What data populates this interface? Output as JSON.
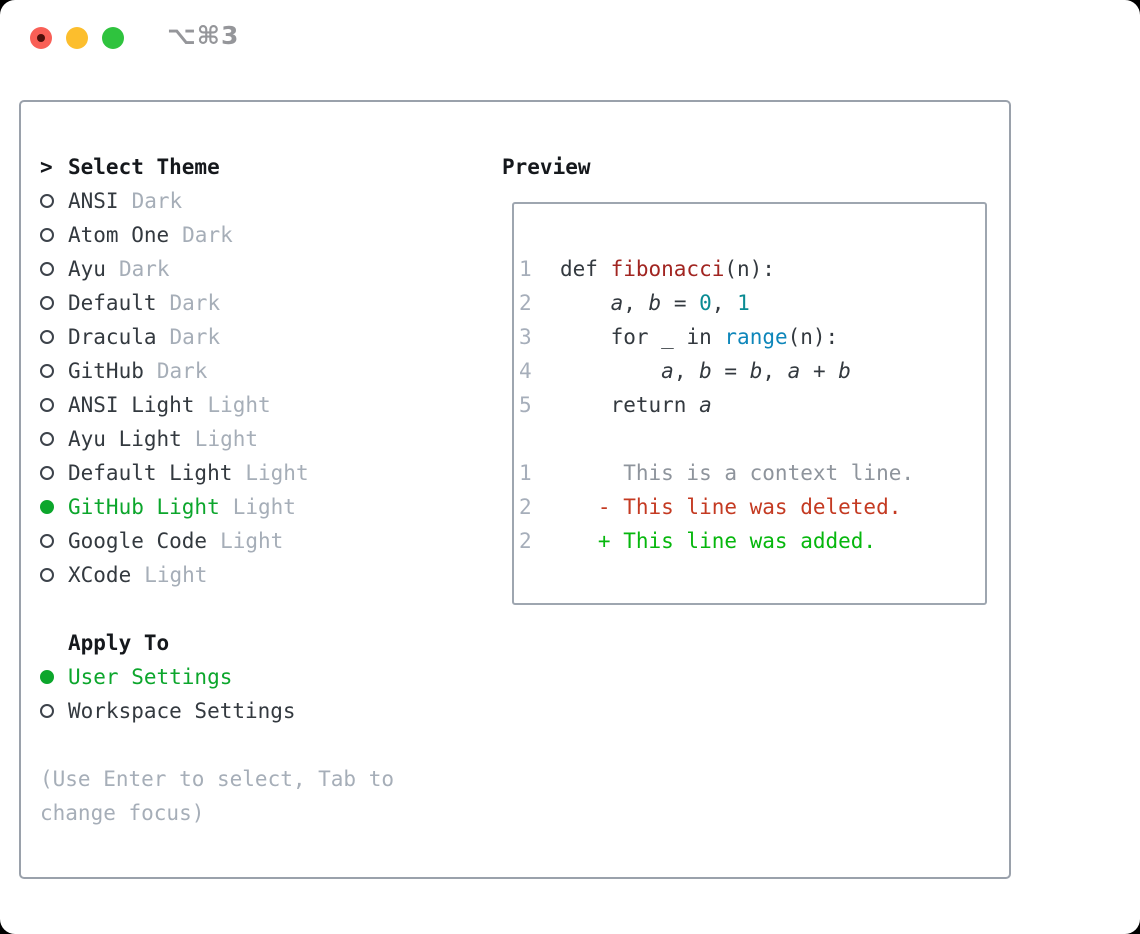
{
  "window": {
    "title": "⌥⌘3",
    "controls": {
      "close": "close",
      "minimize": "minimize",
      "zoom": "zoom"
    }
  },
  "theme_panel": {
    "header": {
      "prompt": ">",
      "title": "Select Theme"
    },
    "themes": [
      {
        "name": "ANSI",
        "variant": "Dark",
        "selected": false
      },
      {
        "name": "Atom One",
        "variant": "Dark",
        "selected": false
      },
      {
        "name": "Ayu",
        "variant": "Dark",
        "selected": false
      },
      {
        "name": "Default",
        "variant": "Dark",
        "selected": false
      },
      {
        "name": "Dracula",
        "variant": "Dark",
        "selected": false
      },
      {
        "name": "GitHub",
        "variant": "Dark",
        "selected": false
      },
      {
        "name": "ANSI Light",
        "variant": "Light",
        "selected": false
      },
      {
        "name": "Ayu Light",
        "variant": "Light",
        "selected": false
      },
      {
        "name": "Default Light",
        "variant": "Light",
        "selected": false
      },
      {
        "name": "GitHub Light",
        "variant": "Light",
        "selected": true
      },
      {
        "name": "Google Code",
        "variant": "Light",
        "selected": false
      },
      {
        "name": "XCode",
        "variant": "Light",
        "selected": false
      }
    ],
    "apply_to": {
      "title": "Apply To",
      "options": [
        {
          "label": "User Settings",
          "selected": true
        },
        {
          "label": "Workspace Settings",
          "selected": false
        }
      ]
    },
    "hint_lines": [
      "(Use Enter to select, Tab to",
      "change focus)"
    ]
  },
  "preview": {
    "title": "Preview",
    "code_lines": [
      {
        "num": "1",
        "segments": [
          [
            "def ",
            "keyword"
          ],
          [
            "fibonacci",
            "function"
          ],
          [
            "(n):",
            "plain"
          ]
        ]
      },
      {
        "num": "2",
        "segments": [
          [
            "    ",
            "plain"
          ],
          [
            "a",
            "variable"
          ],
          [
            ", ",
            "plain"
          ],
          [
            "b",
            "variable"
          ],
          [
            " = ",
            "plain"
          ],
          [
            "0",
            "number"
          ],
          [
            ", ",
            "plain"
          ],
          [
            "1",
            "number"
          ]
        ]
      },
      {
        "num": "3",
        "segments": [
          [
            "    ",
            "plain"
          ],
          [
            "for",
            "keyword"
          ],
          [
            " _ ",
            "plain"
          ],
          [
            "in",
            "keyword"
          ],
          [
            " ",
            "plain"
          ],
          [
            "range",
            "builtin"
          ],
          [
            "(n):",
            "plain"
          ]
        ]
      },
      {
        "num": "4",
        "segments": [
          [
            "        ",
            "plain"
          ],
          [
            "a",
            "variable"
          ],
          [
            ", ",
            "plain"
          ],
          [
            "b",
            "variable"
          ],
          [
            " = ",
            "plain"
          ],
          [
            "b",
            "variable"
          ],
          [
            ", ",
            "plain"
          ],
          [
            "a",
            "variable"
          ],
          [
            " + ",
            "plain"
          ],
          [
            "b",
            "variable"
          ]
        ]
      },
      {
        "num": "5",
        "segments": [
          [
            "    ",
            "plain"
          ],
          [
            "return",
            "keyword"
          ],
          [
            " ",
            "plain"
          ],
          [
            "a",
            "variable"
          ]
        ]
      }
    ],
    "diff_lines": [
      {
        "num": "1",
        "type": "context",
        "marker": "",
        "text": "This is a context line."
      },
      {
        "num": "2",
        "type": "deleted",
        "marker": "-",
        "text": "This line was deleted."
      },
      {
        "num": "2",
        "type": "added",
        "marker": "+",
        "text": "This line was added."
      }
    ]
  },
  "colors": {
    "accent_green": "#0ca62c",
    "traffic_red": "#f95f56",
    "traffic_yellow": "#fcbe2d",
    "traffic_green": "#2fc33e",
    "muted_gray": "#a6aeb8",
    "text_dark": "#33393f",
    "function_red": "#a12521",
    "number_teal": "#0a8b93",
    "builtin_blue": "#0e86ba",
    "diff_deleted_red": "#c43a22",
    "diff_added_green": "#06b70d",
    "diff_context_gray": "#8e949c",
    "panel_border": "#9aa1ab"
  }
}
